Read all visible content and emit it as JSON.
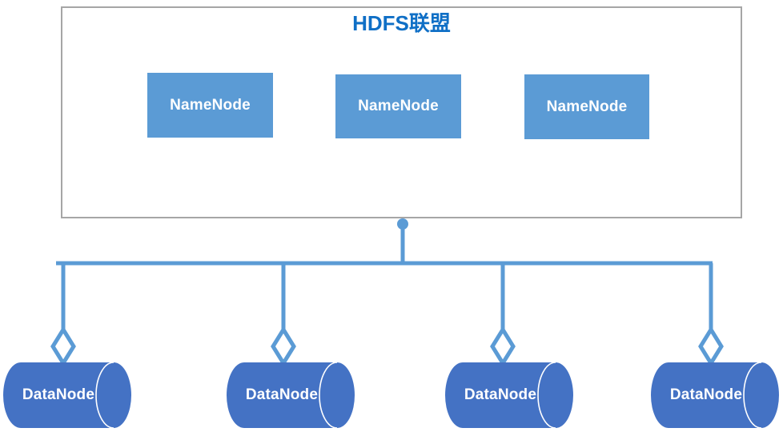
{
  "diagram": {
    "title": "HDFS联盟",
    "title_color": "#0f6fc6",
    "container_border_color": "#a6a6a6",
    "namenode_fill": "#5b9bd5",
    "datanode_fill": "#4472c4",
    "connector_color": "#5b9bd5",
    "label_color": "#ffffff"
  },
  "federation": {
    "title": "HDFS联盟",
    "namenodes": [
      {
        "label": "NameNode"
      },
      {
        "label": "NameNode"
      },
      {
        "label": "NameNode"
      }
    ]
  },
  "datanodes": [
    {
      "label": "DataNode"
    },
    {
      "label": "DataNode"
    },
    {
      "label": "DataNode"
    },
    {
      "label": "DataNode"
    }
  ],
  "connectors": {
    "junction": "filled-circle",
    "branch_marker": "hollow-diamond",
    "branch_count": 4
  }
}
